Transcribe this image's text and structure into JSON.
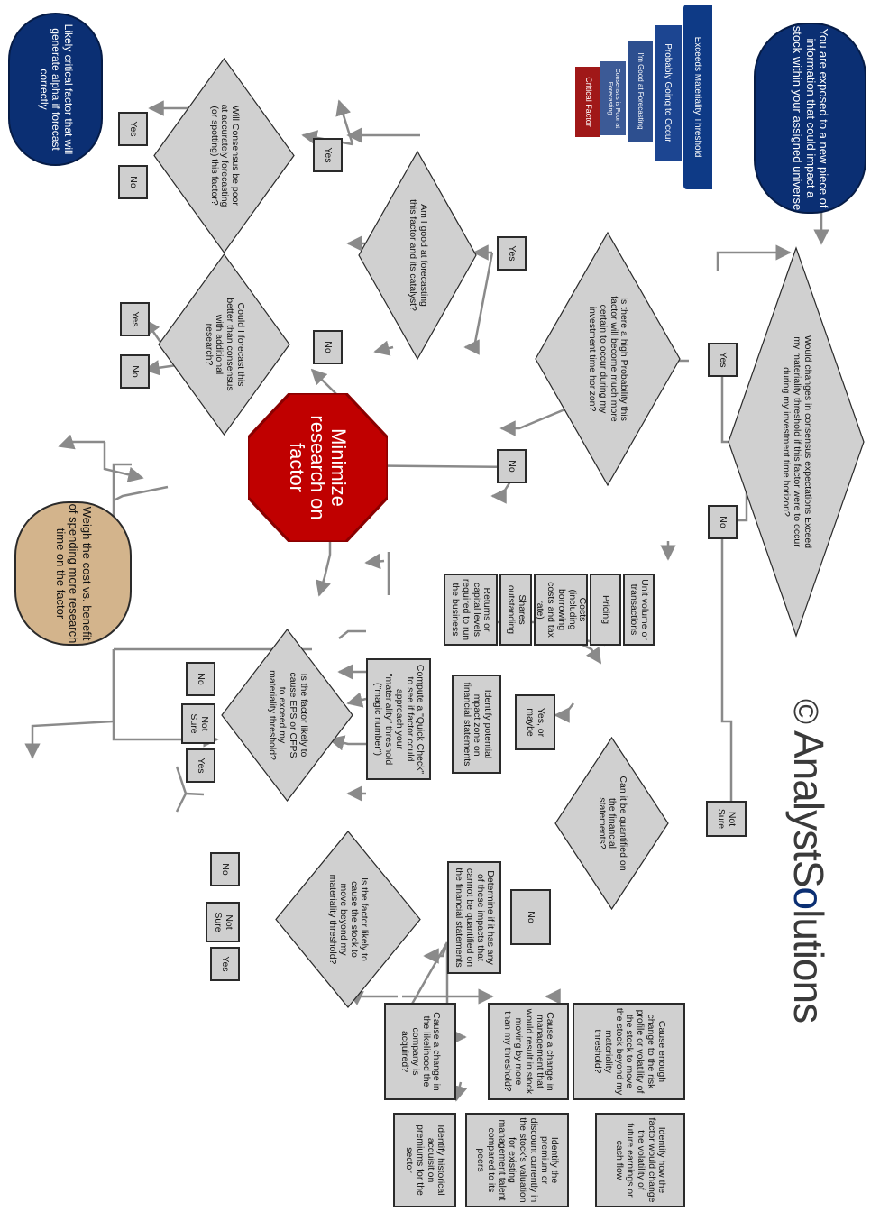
{
  "colors": {
    "navy": "#0b2f73",
    "red": "#c00000",
    "gray_fill": "#d0d0d0",
    "tan": "#d3b48c",
    "line": "#8a8a8a"
  },
  "start": "You are exposed to a new piece of information that could impact a stock within your assigned universe",
  "pyramid": {
    "exceeds": "Exceeds Materiality Threshold",
    "probably": "Probably Going to Occur",
    "good": "I'm Good at Forecasting",
    "consensus_poor": "Consensus is Poor at Forecasting",
    "critical": "Critical Factor"
  },
  "critical_outcome": "Likely critical factor that will generate alpha if forecast correctly",
  "stop": "Minimize research on factor",
  "weigh": "Weigh the cost vs. benefit of spending more research time on the factor",
  "logo": {
    "copyright": "©",
    "text_a": "AnalystS",
    "text_q": "o",
    "text_b": "lutions"
  },
  "questions": {
    "materiality": "Would changes in consensus expectations Exceed my materiality threshold if this factor were to occur during my investment time horizon?",
    "probability": "Is there a high Probability this factor will become much more certain to occur during my investment time horizon?",
    "good": "Am I good at forecasting this factor and its catalyst?",
    "consensus": "Will Consensus be poor at accurately forecasting (or spotting) this factor?",
    "better": "Could I forecast this better than consensus with additional research?",
    "quantified": "Can it be quantified on the financial statements?",
    "eps": "Is the factor likely to cause EPS or CFPS to exceed my materiality threshold?",
    "stock": "Is the factor likely to cause the stock to move beyond my materiality threshold?"
  },
  "answers": {
    "yes": "Yes",
    "no": "No",
    "not_sure": "Not Sure",
    "yes_maybe": "Yes, or maybe"
  },
  "boxes": {
    "identify_zone": "Identify potential impact zone on financial statements",
    "quick_check": "Compute a \"Quick Check\" to see if factor could approach your \"materiality\" threshold (\"magic number\")",
    "determine": "Determine if it has any of these impacts that cannot be quantified on the financial statements",
    "unit_volume": "Unit volume or transactions",
    "pricing": "Pricing",
    "costs": "Costs (including borrowing costs and tax rate)",
    "shares": "Shares outstanding",
    "returns": "Returns or capital levels required to run the business",
    "risk_profile": "Cause enough change to the risk profile or volatility of the stock to move the stock beyond my materiality threshold?",
    "management": "Cause a change in management that would result in stock moving by more than my threshold?",
    "acquired": "Cause a change in the likelihood the company is acquired?",
    "identify_volatility": "Identify how the factor would change the volatility of future earnings or cash flow",
    "identify_premium": "Identify the premium or discount currently in the stock's valuation for existing management talent compared to its peers",
    "identify_acquisition": "Identify historical acquisition premiums for the sector"
  }
}
